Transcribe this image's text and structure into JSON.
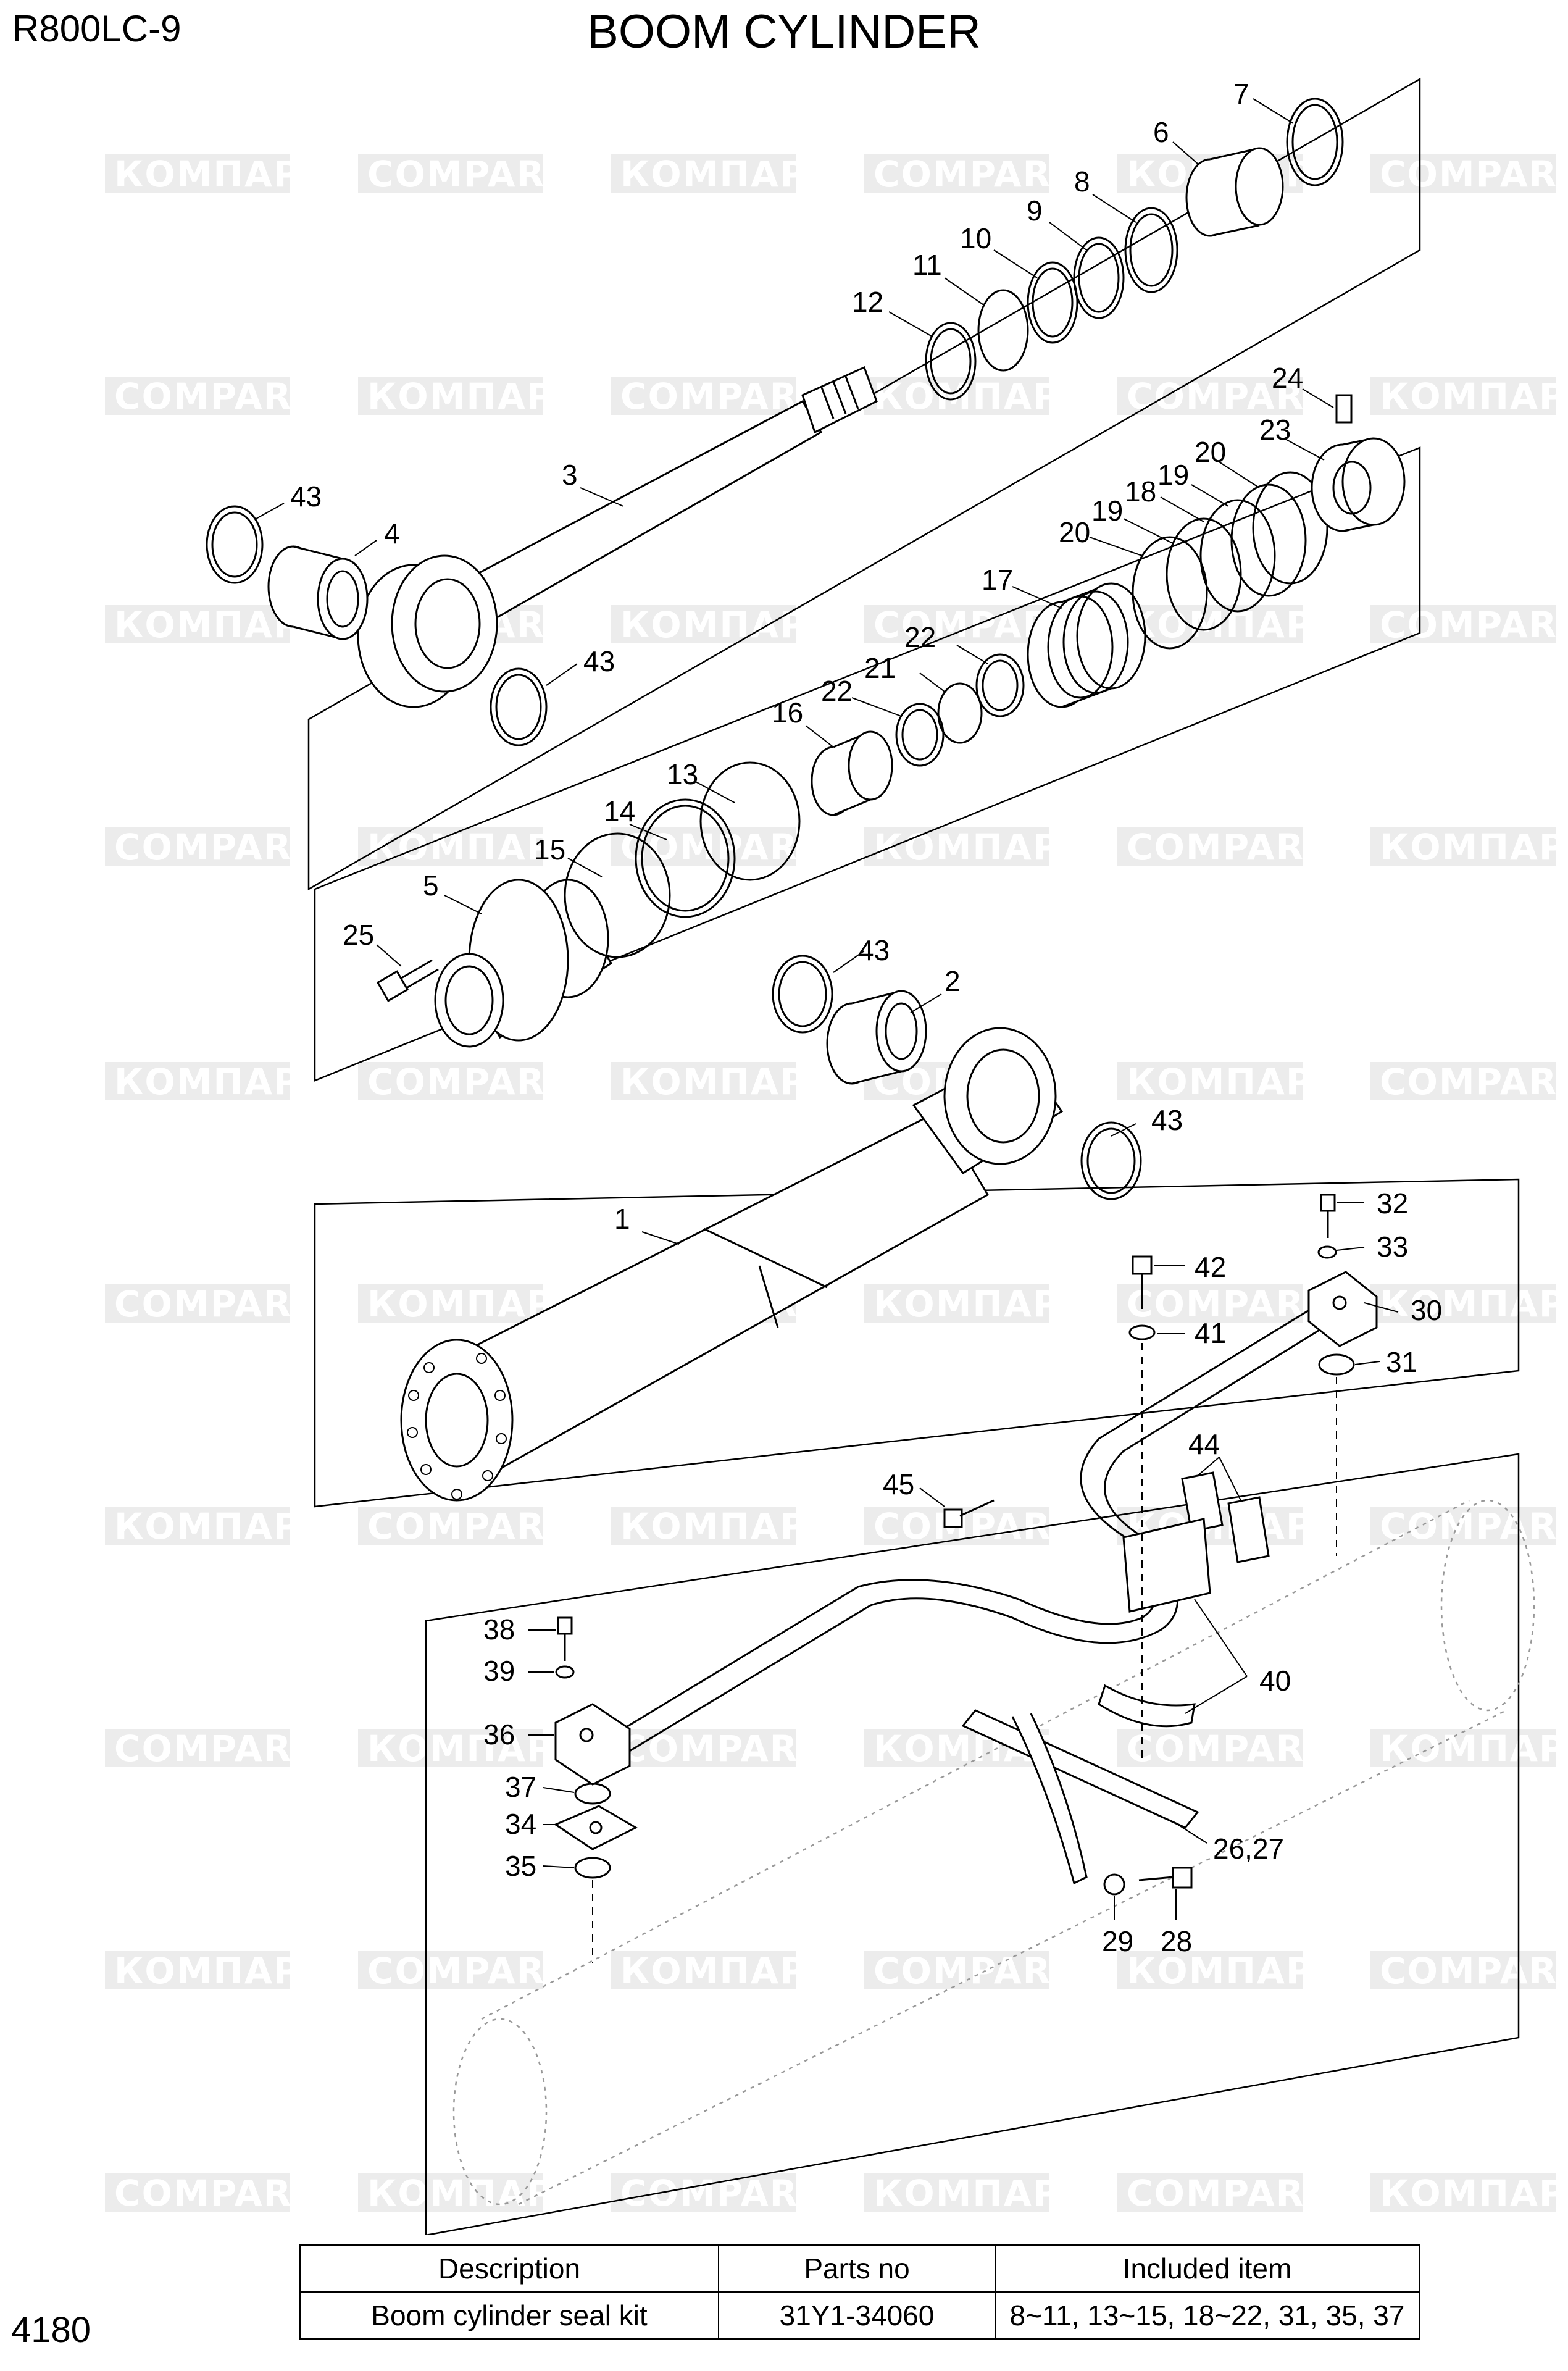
{
  "header": {
    "model": "R800LC-9",
    "title": "BOOM CYLINDER"
  },
  "page_number": "4180",
  "watermark": {
    "latin": "COMPART",
    "cyrillic": "КОМПАРТ"
  },
  "callouts": [
    "1",
    "2",
    "3",
    "4",
    "5",
    "6",
    "7",
    "8",
    "9",
    "10",
    "11",
    "12",
    "13",
    "14",
    "15",
    "16",
    "17",
    "18",
    "19",
    "19",
    "20",
    "20",
    "21",
    "22",
    "22",
    "23",
    "24",
    "25",
    "26,27",
    "28",
    "29",
    "30",
    "31",
    "32",
    "33",
    "34",
    "35",
    "36",
    "37",
    "38",
    "39",
    "40",
    "41",
    "42",
    "43",
    "43",
    "43",
    "43",
    "44",
    "45"
  ],
  "kit_table": {
    "headers": [
      "Description",
      "Parts no",
      "Included item"
    ],
    "rows": [
      [
        "Boom cylinder seal kit",
        "31Y1-34060",
        "8~11, 13~15, 18~22, 31, 35, 37"
      ]
    ]
  }
}
